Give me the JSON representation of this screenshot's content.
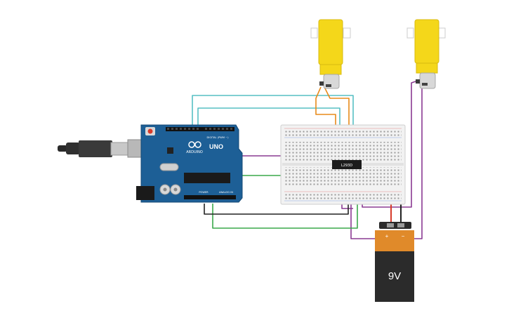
{
  "arduino": {
    "brand": "ARDUINO",
    "model": "UNO",
    "digital_label": "DIGITAL (PWM ~)",
    "power_label": "POWER",
    "analog_label": "ANALOG IN"
  },
  "chip": {
    "label": "L293D"
  },
  "battery": {
    "label": "9V",
    "plus": "+",
    "minus": "−"
  },
  "colors": {
    "arduino": "#1d5f96",
    "motor": "#f4d71a",
    "battery_top": "#e08a2a",
    "battery_bottom": "#2b2b2b",
    "wire_cyan": "#56bfc4",
    "wire_orange": "#e88a1a",
    "wire_purple": "#8a3a92",
    "wire_green": "#3aa84a",
    "wire_black": "#222222",
    "wire_red": "#d63a2a"
  },
  "icons": [
    "usb-cable-icon",
    "dc-motor-icon",
    "battery-icon",
    "ic-chip-icon",
    "breadboard-icon"
  ]
}
